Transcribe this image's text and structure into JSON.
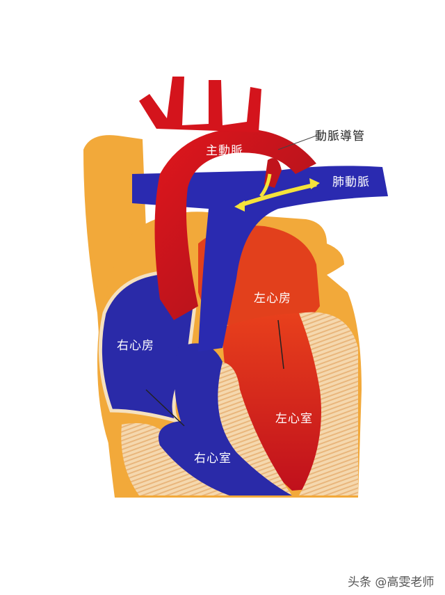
{
  "diagram": {
    "labels": {
      "aorta": "主動脈",
      "ductus_arteriosus": "動脈導管",
      "pulmonary_artery": "肺動脈",
      "left_atrium": "左心房",
      "right_atrium": "右心房",
      "left_ventricle": "左心室",
      "right_ventricle": "右心室"
    },
    "watermark": "头条 @高雯老师",
    "colors": {
      "oxygenated": "#d4141c",
      "deoxygenated": "#2a2aa8",
      "vessel_wall": "#f2a93a",
      "muscle": "#f3d2a6",
      "flow_arrow": "#f5e23a"
    }
  }
}
